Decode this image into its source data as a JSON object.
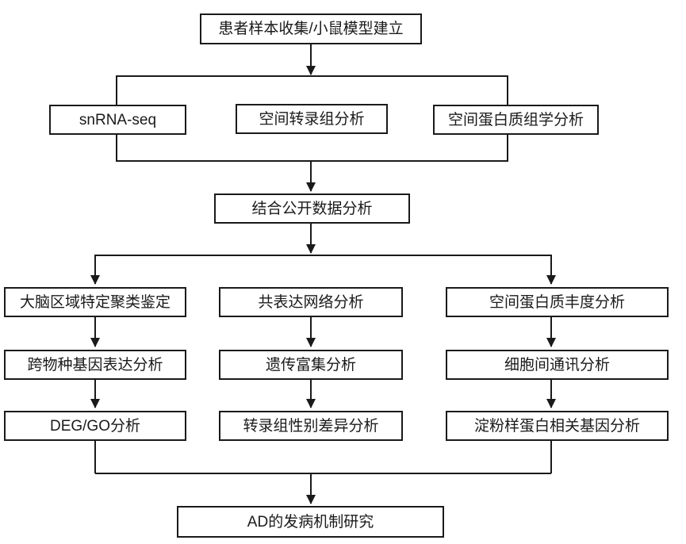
{
  "flowchart": {
    "title_box": "患者样本收集/小鼠模型建立",
    "method_boxes": [
      "snRNA-seq",
      "空间转录组分析",
      "空间蛋白质组学分析"
    ],
    "integrate_box": "结合公开数据分析",
    "columns": [
      {
        "steps": [
          "大脑区域特定聚类鉴定",
          "跨物种基因表达分析",
          "DEG/GO分析"
        ]
      },
      {
        "steps": [
          "共表达网络分析",
          "遗传富集分析",
          "转录组性别差异分析"
        ]
      },
      {
        "steps": [
          "空间蛋白质丰度分析",
          "细胞间通讯分析",
          "淀粉样蛋白相关基因分析"
        ]
      }
    ],
    "result_box": "AD的发病机制研究",
    "colors": {
      "line": "#1a1a1a",
      "box_background": "#ffffff",
      "text": "#1a1a1a"
    }
  }
}
